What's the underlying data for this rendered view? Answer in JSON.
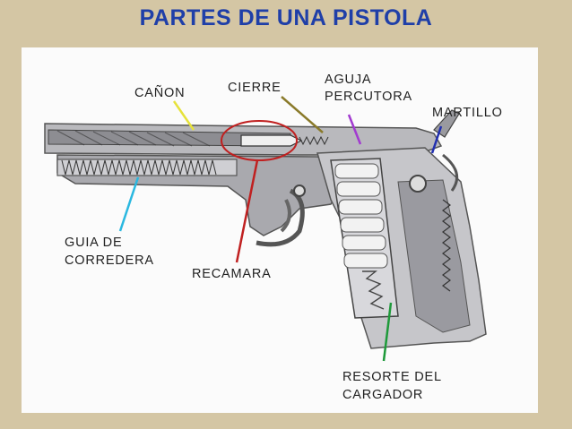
{
  "title": "PARTES DE UNA PISTOLA",
  "labels": {
    "canon": "CAÑON",
    "cierre": "CIERRE",
    "aguja_1": "AGUJA",
    "aguja_2": "PERCUTORA",
    "martillo": "MARTILLO",
    "guia_1": "GUIA DE",
    "guia_2": "CORREDERA",
    "recamara": "RECAMARA",
    "resorte_1": "RESORTE DEL",
    "resorte_2": "CARGADOR"
  },
  "colors": {
    "title": "#1f3fa8",
    "canon_line": "#e6e23a",
    "cierre_line": "#8a7a2a",
    "aguja_line": "#a23bd0",
    "martillo_line": "#2230b0",
    "guia_line": "#2ab8e0",
    "recamara_line": "#c02020",
    "resorte_line": "#1e9a3a"
  }
}
